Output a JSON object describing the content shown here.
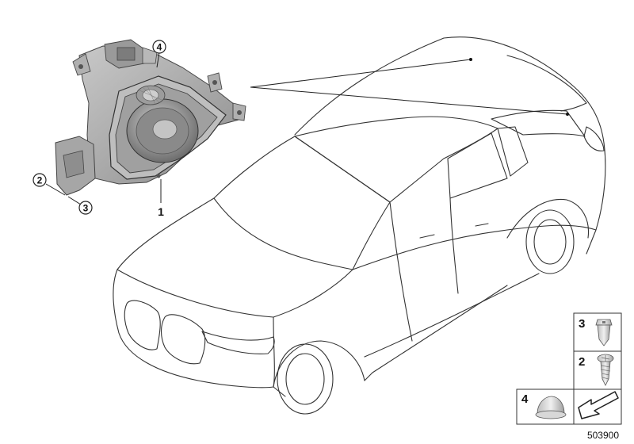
{
  "callouts": {
    "part_1": "1",
    "part_2": "2",
    "part_3": "3",
    "part_4": "4"
  },
  "legend": {
    "row_3": "3",
    "row_2": "2",
    "row_4": "4"
  },
  "reference_number": "503900",
  "colors": {
    "line": "#222222",
    "speaker_gray": "#a8a8a8",
    "speaker_dark": "#7a7a7a",
    "speaker_light": "#d2d2d2"
  }
}
